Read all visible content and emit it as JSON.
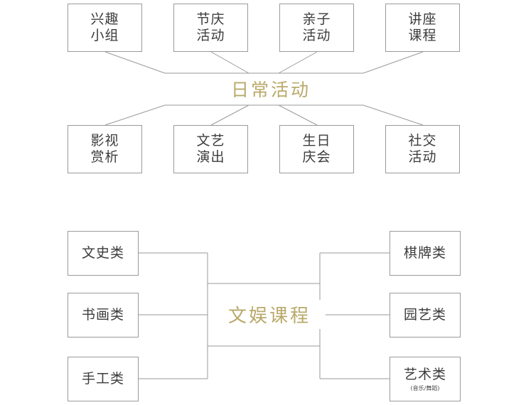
{
  "diagrams": [
    {
      "id": "daily-activities",
      "hub": "日常活动",
      "hub_color": "#b9a96a",
      "top_row": [
        {
          "line1": "兴趣",
          "line2": "小组"
        },
        {
          "line1": "节庆",
          "line2": "活动"
        },
        {
          "line1": "亲子",
          "line2": "活动"
        },
        {
          "line1": "讲座",
          "line2": "课程"
        }
      ],
      "bottom_row": [
        {
          "line1": "影视",
          "line2": "赏析"
        },
        {
          "line1": "文艺",
          "line2": "演出"
        },
        {
          "line1": "生日",
          "line2": "庆会"
        },
        {
          "line1": "社交",
          "line2": "活动"
        }
      ]
    },
    {
      "id": "entertainment-courses",
      "hub": "文娱课程",
      "hub_color": "#b9a96a",
      "left_column": [
        {
          "label": "文史类"
        },
        {
          "label": "书画类"
        },
        {
          "label": "手工类"
        }
      ],
      "right_column": [
        {
          "label": "棋牌类"
        },
        {
          "label": "园艺类"
        },
        {
          "label": "艺术类",
          "sub": "(音乐/舞蹈)"
        }
      ]
    }
  ],
  "style": {
    "line_color": "#9a9a9a",
    "box_border": "#9a9a9a",
    "text_color": "#3c3c3c",
    "background": "#ffffff"
  }
}
